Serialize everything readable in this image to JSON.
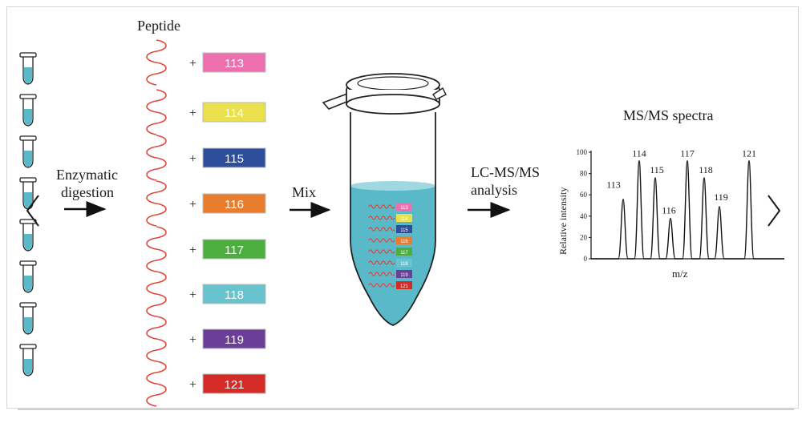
{
  "peptide_title": "Peptide",
  "plus_sign": "+",
  "steps": {
    "digestion_line1": "Enzymatic",
    "digestion_line2": "digestion",
    "mix": "Mix",
    "lcms_line1": "LC-MS/MS",
    "lcms_line2": "analysis"
  },
  "tags": [
    {
      "label": "113",
      "color": "#ec6fae"
    },
    {
      "label": "114",
      "color": "#e9e04c"
    },
    {
      "label": "115",
      "color": "#2e4d9a"
    },
    {
      "label": "116",
      "color": "#e87d2e"
    },
    {
      "label": "117",
      "color": "#4cae3e"
    },
    {
      "label": "118",
      "color": "#67c3cd"
    },
    {
      "label": "119",
      "color": "#6b3e97"
    },
    {
      "label": "121",
      "color": "#d52b27"
    }
  ],
  "spectrum": {
    "title": "MS/MS spectra",
    "ylabel": "Relative intensity",
    "xlabel": "m/z",
    "y_ticks": [
      "0",
      "20",
      "40",
      "60",
      "80",
      "100"
    ],
    "peaks": [
      {
        "label": "113",
        "value": 56
      },
      {
        "label": "114",
        "value": 92
      },
      {
        "label": "115",
        "value": 76
      },
      {
        "label": "116",
        "value": 38
      },
      {
        "label": "117",
        "value": 92
      },
      {
        "label": "118",
        "value": 76
      },
      {
        "label": "119",
        "value": 49
      },
      {
        "label": "121",
        "value": 92
      }
    ]
  },
  "colors": {
    "liquid": "#5ab9c8",
    "peptide_wave": "#e0473d",
    "arrow": "#111111"
  },
  "nav": {
    "prev_icon": "chevron-left-icon",
    "next_icon": "chevron-right-icon"
  }
}
